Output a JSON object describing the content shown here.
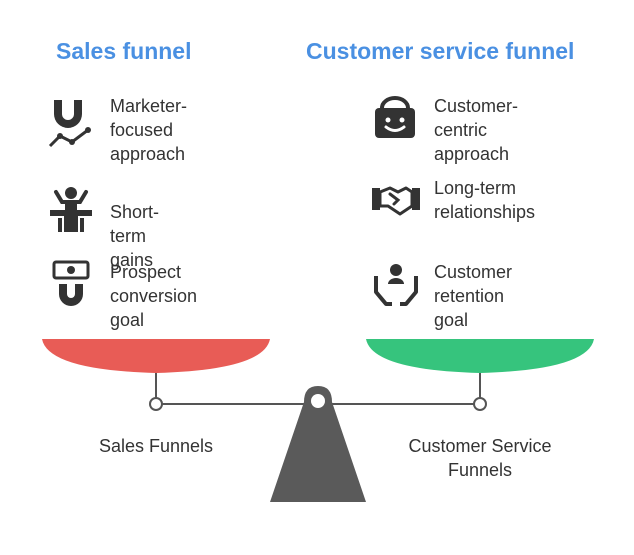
{
  "left": {
    "title": "Sales funnel",
    "color": "#4a90e2",
    "items": [
      {
        "icon": "magnet-trend-icon",
        "text": "Marketer-\nfocused\napproach"
      },
      {
        "icon": "person-on-pedestal-icon",
        "text": "Short-term gains"
      },
      {
        "icon": "money-magnet-icon",
        "text": "Prospect\nconversion goal"
      }
    ]
  },
  "right": {
    "title": "Customer service funnel",
    "color": "#4a90e2",
    "items": [
      {
        "icon": "smiling-basket-icon",
        "text": "Customer-\ncentric approach"
      },
      {
        "icon": "handshake-icon",
        "text": "Long-term\nrelationships"
      },
      {
        "icon": "hands-holding-person-icon",
        "text": "Customer\nretention goal"
      }
    ]
  },
  "scale": {
    "left_label": "Sales Funnels",
    "right_label": "Customer Service\nFunnels",
    "left_pan_color": "#e85c56",
    "right_pan_color": "#36c47d",
    "stand_color": "#5a5a5a",
    "beam_color": "#555555"
  }
}
